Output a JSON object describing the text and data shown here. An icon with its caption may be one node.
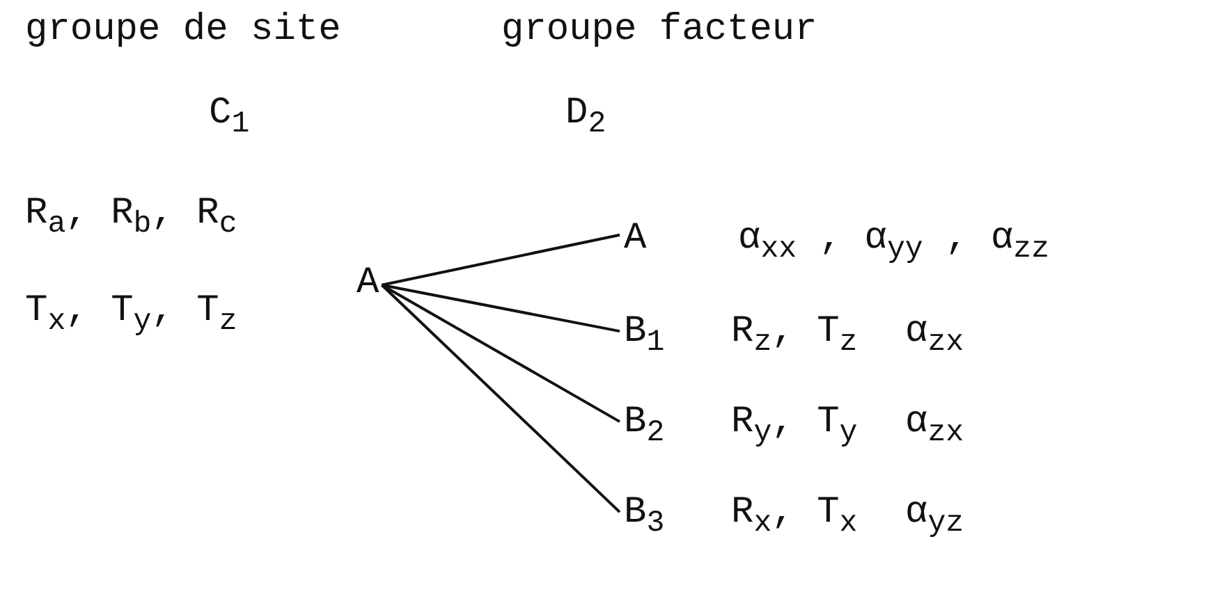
{
  "diagram": {
    "nodes": [
      {
        "text": [
          "A"
        ],
        "beside": [
          "R$_{a}$, R$_{b}$, R$_{c}$",
          "T$_{x}$, T$_{y}$, T$_{z}$"
        ]
      },
      {
        "text": [
          "A"
        ],
        "beside": [
          "α$_{xx}$ , α$_{yy}$ , α$_{zz}$"
        ]
      },
      {
        "text": [
          "B$_{1}$"
        ],
        "beside": [
          "R$_{z}$, T$_{z}$",
          "α$_{zx}$"
        ]
      },
      {
        "text": [
          "B$_{2}$"
        ],
        "beside": [
          "R$_{y}$, T$_{y}$",
          "α$_{zx}$"
        ]
      },
      {
        "text": [
          "B$_{3}$"
        ],
        "beside": [
          "R$_{x}$, T$_{x}$",
          "α$_{yz}$"
        ]
      }
    ],
    "edges": [
      {
        "from": 0,
        "to": 1,
        "arrow": "none"
      },
      {
        "from": 0,
        "to": 2,
        "arrow": "none"
      },
      {
        "from": 0,
        "to": 3,
        "arrow": "none"
      },
      {
        "from": 0,
        "to": 4,
        "arrow": "none"
      }
    ],
    "labels": [
      "groupe de site",
      "groupe facteur",
      "C$_{1}$",
      "D$_{2}$"
    ]
  }
}
